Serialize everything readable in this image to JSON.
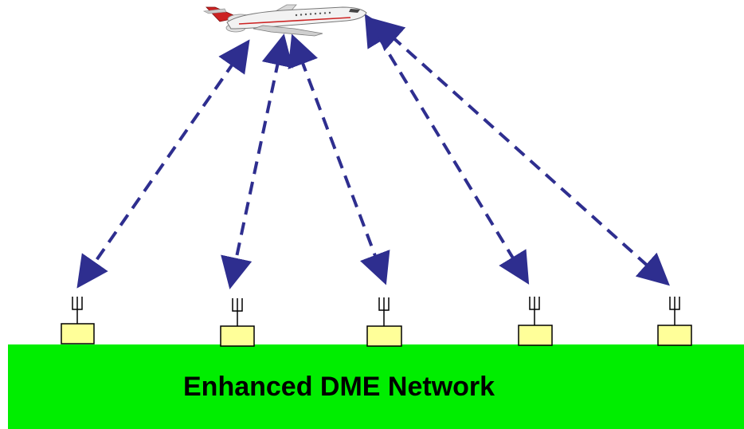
{
  "network": {
    "label": "Enhanced DME Network",
    "ground_color": "#00ee00",
    "station_color": "#ffff99",
    "station_count": 5
  },
  "links": {
    "style": "dashed-bidirectional",
    "color": "#2e2e8f"
  },
  "aircraft": {
    "icon": "regional-jet-icon",
    "body_color": "#f2f2f2",
    "accent_color": "#cc2222"
  }
}
